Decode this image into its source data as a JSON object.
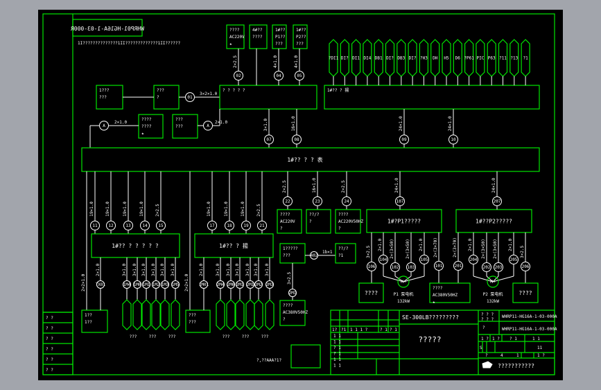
{
  "colors": {
    "background": "#000000",
    "frame": "#00e600",
    "wire": "#ffffff",
    "viewer": "#a2a5ac"
  },
  "header": {
    "drawing_no_mirrored": "WHRP01-HG16A-1-03-000R",
    "note": "1I??????????????1II?????????????1II??????"
  },
  "top": {
    "box_a": [
      "1???",
      "???"
    ],
    "box_b": [
      "???",
      "?"
    ],
    "box_main1": [
      "? ? ? ? ?"
    ],
    "box_p1": [
      "????",
      "AC220V",
      "★"
    ],
    "box_p2": [
      "4#??",
      "????"
    ],
    "box_p3": [
      "1#??",
      "P1??",
      "???"
    ],
    "box_p4": [
      "1#??",
      "P2??",
      "???"
    ],
    "box_sensors": [
      "1#?? ? 揚"
    ],
    "box_c": [
      "????",
      "????",
      "★"
    ],
    "box_d": [
      "???",
      "???"
    ],
    "circle_01": "01",
    "label_01": "3×2×1.0",
    "circle_02": "02",
    "label_02": "2×2.5",
    "circle_04": "04",
    "label_04": "4×1.0",
    "circle_05": "05",
    "label_05": "4×1.0",
    "circle_a1": "A",
    "label_a1": "2×1.0",
    "circle_a2": "A",
    "label_a2": "2×1.0",
    "circle_07": "07",
    "label_07": "3×1.0",
    "circle_08": "08",
    "label_08": "16×1.0",
    "circle_09": "09",
    "label_09": "24×1.0",
    "circle_10": "10",
    "label_10": "24×1.0",
    "sensors": [
      "?DI1",
      "DI?",
      "DI1",
      "DI4",
      "DB1",
      "DI?",
      "DB3",
      "DI?",
      "?H3",
      "DH",
      "H5",
      "D6",
      "?P61",
      "PIC",
      "P63",
      "?11",
      "?13",
      "?1"
    ]
  },
  "bus": {
    "label": "1#?? ? ? 表"
  },
  "left_group": {
    "circles": [
      "11",
      "12",
      "13",
      "14",
      "15"
    ],
    "labels": [
      "19×1.0",
      "19×1.0",
      "19×1.0",
      "19×1.0",
      "2×2.5"
    ],
    "box": "1#?? ? ? ? ? ?",
    "out_circles": [
      "TX01",
      "1M4",
      "1M0",
      "1M1",
      "1M2",
      "1M3",
      "1M5"
    ],
    "out_labels": [
      "2×1.0",
      "3×1.0",
      "3×1.0",
      "3×1.0",
      "3×1.0",
      "3×1.0",
      "3×1.0"
    ],
    "feed_label": "2×2×1.0",
    "end_box": [
      "1??",
      "1??"
    ],
    "groups": [
      "???",
      "???",
      "???"
    ]
  },
  "mid_group": {
    "circles": [
      "17",
      "18",
      "19",
      "21"
    ],
    "labels": [
      "19×1.0",
      "19×1.0",
      "19×1.0",
      "2×2.5"
    ],
    "box": "1#?? ? 揚",
    "out_circles": [
      "1M01",
      "2M4",
      "2M0",
      "2M1",
      "2M1",
      "2M2",
      "2M3"
    ],
    "out_labels": [
      "2×1.0",
      "3×1.0",
      "3×1.0",
      "3×1.0",
      "3×1.0",
      "3×1.0",
      "3×1.0"
    ],
    "feed_label": "2×2×1.0",
    "end_box": [
      "???",
      "???"
    ],
    "groups": [
      "???",
      "???",
      "???"
    ]
  },
  "aux": {
    "circles": [
      "22",
      "23",
      "24"
    ],
    "labels": [
      "2×2.5",
      "16×1.0",
      "2×2.5"
    ],
    "boxes": [
      [
        "????",
        "AC220V",
        "?"
      ],
      [
        "??/?",
        "?"
      ],
      [
        "????",
        "AC220V50HZ",
        "?"
      ]
    ],
    "relay_box": [
      "1?????",
      "???"
    ],
    "relay_circle": "402",
    "relay_label": "1b×1",
    "relay_out": [
      "??/?",
      "?1"
    ],
    "supply_circle": "2M1",
    "supply_label": "3×2.5",
    "supply_box": [
      "????",
      "AC380V50HZ",
      "?"
    ]
  },
  "pumps": {
    "p1_box": "1#?P1?????",
    "p2_box": "1#??P2?????",
    "p1_circle": "107",
    "p1_label": "24×1.0",
    "p2_circle": "207",
    "p2_label": "24×1.0",
    "circles": [
      "106",
      "104",
      "102",
      "103",
      "105",
      "101",
      "201",
      "204",
      "202",
      "203",
      "205",
      "206"
    ],
    "labels": [
      "3×2.5",
      "2×1.0",
      "2×(3×50)",
      "2×(3×50)",
      "2×1.0",
      "2×(3×70)",
      "2×(3×70)",
      "2×1.0",
      "2×(3×50)",
      "2×(3×50)",
      "2×1.0",
      "3×2.5"
    ],
    "motor": "M~",
    "p1_name": "P1 泵电机",
    "p1_power": "132kW",
    "p2_name": "P2 泵电机",
    "p2_power": "132kW",
    "box_left": "????",
    "box_mid": [
      "????",
      "AC380V50HZ",
      "★"
    ],
    "box_right": "????"
  },
  "title_block": {
    "project": "SE-300LB?????????",
    "drawing_title": "?????",
    "check": "? ? ?",
    "check2": "? ? ?",
    "drawing_no_1": "WHRP11-HG16A-1-03-000A",
    "drawing_no_2": "WHRP11-HG16A-1-03-000A",
    "scale_label": "?",
    "row_labels": [
      "1 ?",
      "1 ?",
      "? 1",
      "1 1"
    ],
    "stage": "S",
    "sheet": "11",
    "sheet_row": [
      "? ",
      "4 ",
      "1",
      "1 ?"
    ],
    "company": "???????????",
    "left_headers": [
      "1?",
      "?1",
      "1 1 1 ?",
      "? 1",
      "? 1"
    ],
    "left_rows": [
      "1 1",
      "1 1",
      "? 1",
      "? 1",
      "1 1",
      "1 1"
    ],
    "strip_rows": [
      "? ?",
      "? ?",
      "? ?",
      "? ?",
      "? ?",
      "? ?"
    ],
    "stamp_note": "?,??AAA?1?"
  }
}
